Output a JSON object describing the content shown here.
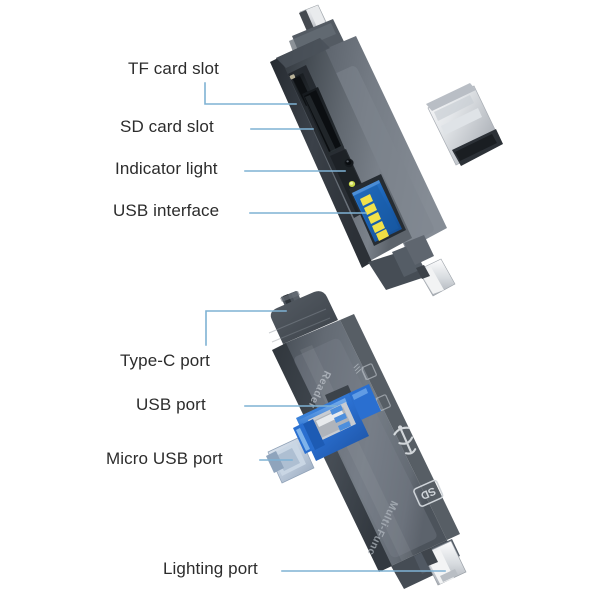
{
  "image": {
    "kind": "product-diagram",
    "subject": "Multi-function USB card reader",
    "background_color": "#ffffff",
    "callout_line_color": "#7fb2d4",
    "label_text_color": "#2c2c2c"
  },
  "diagrams": [
    {
      "id": "top-view",
      "name": "card-reader-top-view",
      "description": "Card reader shown from the card-slot side",
      "body_colors": {
        "dark_edge": "#3a3f45",
        "mid_body": "#575e66",
        "light_face": "#6e757d",
        "highlight": "#8d949c"
      },
      "callouts": [
        {
          "id": "tf-card-slot",
          "label": "TF card slot",
          "line": "elbow"
        },
        {
          "id": "sd-card-slot",
          "label": "SD card slot",
          "line": "straight"
        },
        {
          "id": "indicator-light",
          "label": "Indicator light",
          "line": "straight"
        },
        {
          "id": "usb-interface",
          "label": "USB interface",
          "line": "straight"
        }
      ],
      "features": {
        "usb_port_color": "#1f6fc4",
        "usb_pin_color": "#f2e14a",
        "usb_pin_count": 5,
        "indicator_led_color": "#c9d84a",
        "type_c_tip_color": "#e8eaec"
      }
    },
    {
      "id": "bottom-view",
      "name": "card-reader-connector-view",
      "description": "Card reader shown from the connector side with swivel USB arm extended",
      "body_colors": {
        "dark_edge": "#3f454c",
        "mid_body": "#5b626a",
        "light_face": "#717880",
        "highlight": "#949aa2"
      },
      "printed_text": {
        "reader": "Reader",
        "multi_func": "Multi-Func",
        "sd_logo": "SD"
      },
      "callouts": [
        {
          "id": "type-c-port",
          "label": "Type-C port",
          "line": "elbow"
        },
        {
          "id": "usb-port",
          "label": "USB port",
          "line": "straight"
        },
        {
          "id": "micro-usb-port",
          "label": "Micro USB port",
          "line": "straight"
        },
        {
          "id": "lighting-port",
          "label": "Lighting port",
          "line": "straight"
        }
      ],
      "features": {
        "usb_connector_color": "#2a6fd0",
        "usb_connector_light": "#5b9be0",
        "micro_usb_color": "#b8c6d8",
        "metal_color": "#c8ccd2",
        "lightning_tip_color": "#e6e8ea"
      }
    }
  ],
  "labels": {
    "tf_card_slot": "TF card slot",
    "sd_card_slot": "SD card slot",
    "indicator_light": "Indicator light",
    "usb_interface": "USB interface",
    "type_c_port": "Type-C port",
    "usb_port": "USB port",
    "micro_usb_port": "Micro USB port",
    "lighting_port": "Lighting port"
  }
}
